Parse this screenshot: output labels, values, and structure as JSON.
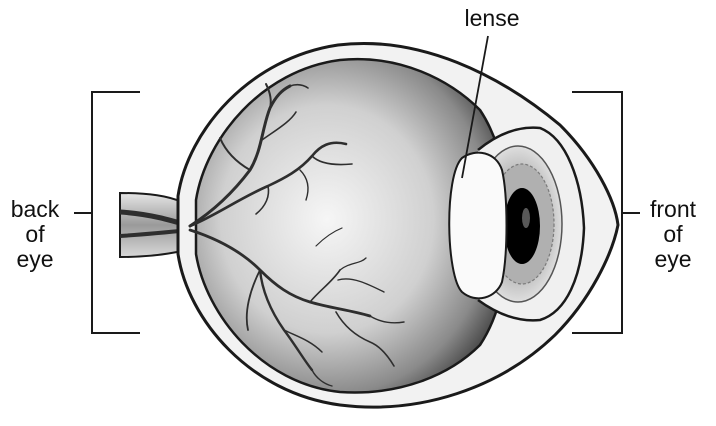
{
  "labels": {
    "lense": "lense",
    "back": [
      "back",
      "of",
      "eye"
    ],
    "front": [
      "front",
      "of",
      "eye"
    ]
  },
  "colors": {
    "outline": "#1a1a1a",
    "sclera": "#f2f2f2",
    "interior_light": "#f4f4f4",
    "interior_dark": "#5a5a5a",
    "vessel": "#2e2e2e",
    "lens": "#fafafa",
    "iris": "#9a9a9a",
    "pupil": "#000000"
  }
}
